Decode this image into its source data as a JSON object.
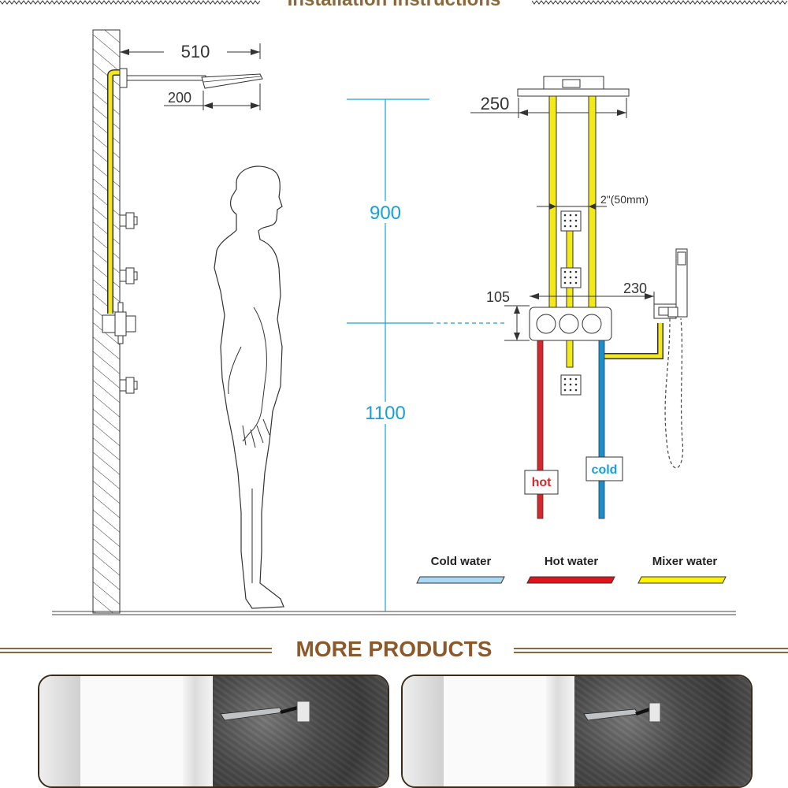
{
  "header": {
    "title": "Installation instructions"
  },
  "dimensions": {
    "arm_length": "510",
    "arm_offset": "200",
    "head_width": "250",
    "height_upper": "900",
    "height_lower": "1100",
    "pipe_spacing": "2\"(50mm)",
    "valve_height": "105",
    "handheld_offset": "230"
  },
  "pipes": {
    "hot_label": "hot",
    "cold_label": "cold"
  },
  "legend": {
    "items": [
      {
        "label": "Cold water",
        "color": "#a9d9f5"
      },
      {
        "label": "Hot water",
        "color": "#e0151c"
      },
      {
        "label": "Mixer water",
        "color": "#fff200"
      }
    ]
  },
  "colors": {
    "accent_brown": "#8a5a2c",
    "dimension_blue": "#1aa0d8",
    "pipe_yellow": "#f3e81a",
    "pipe_red": "#d9262a",
    "pipe_blue": "#1a8fd0"
  },
  "more_products": {
    "title": "MORE PRODUCTS"
  }
}
